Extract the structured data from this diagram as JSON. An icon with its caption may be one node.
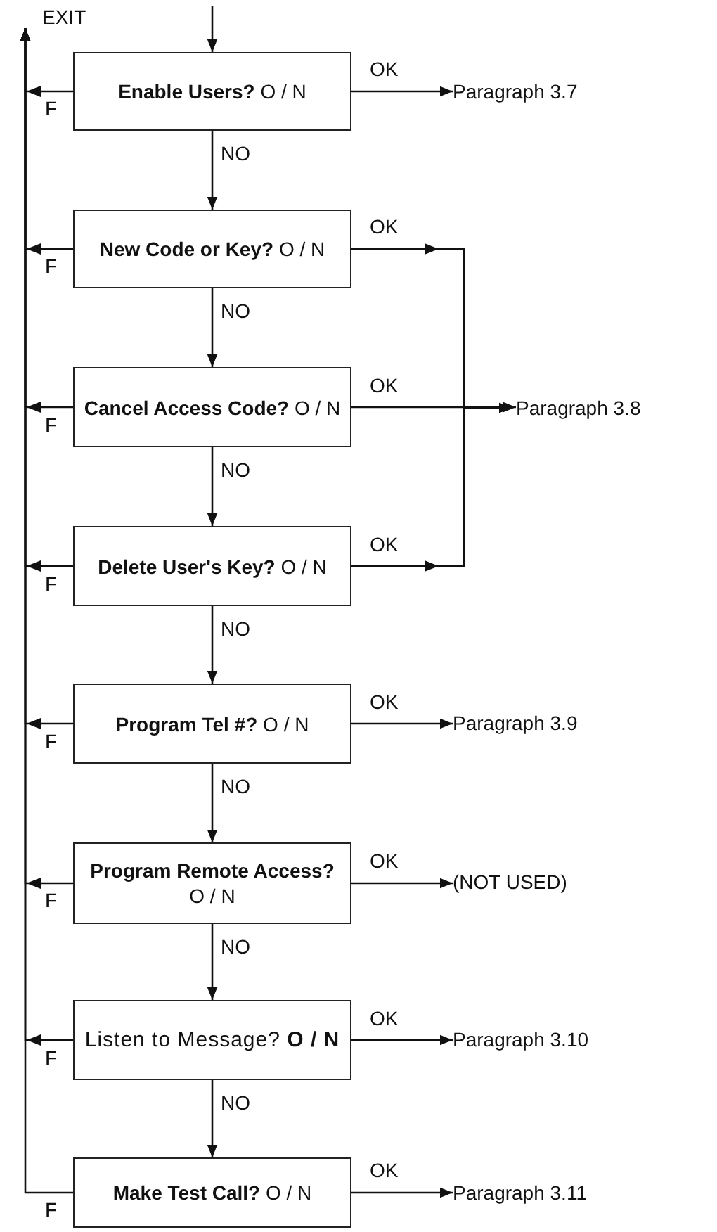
{
  "diagram": {
    "nodes": [
      {
        "text": [
          "**Enable Users?** O / N"
        ]
      },
      {
        "text": [
          "**New Code or Key?** O / N"
        ]
      },
      {
        "text": [
          "**Cancel Access Code?** O / N"
        ]
      },
      {
        "text": [
          "**Delete User's Key?** O / N"
        ]
      },
      {
        "text": [
          "**Program Tel #?** O / N"
        ]
      },
      {
        "text": [
          "**Program Remote Access?** O / N"
        ]
      },
      {
        "text": [
          "Listen to Message? **O / N**"
        ]
      },
      {
        "text": [
          "**Make Test Call?** O / N"
        ]
      },
      {
        "text": [
          "Paragraph 3.7"
        ]
      },
      {
        "text": [
          "Paragraph 3.8"
        ]
      },
      {
        "text": [
          "Paragraph 3.9"
        ]
      },
      {
        "text": [
          "(NOT USED)"
        ]
      },
      {
        "text": [
          "Paragraph 3.10"
        ]
      },
      {
        "text": [
          "Paragraph 3.11"
        ]
      },
      {
        "text": [
          "EXIT"
        ]
      }
    ],
    "edges": [
      {
        "from": null,
        "to": 0,
        "arrow": "to"
      },
      {
        "from": 0,
        "to": 1,
        "arrow": "to",
        "label": "NO"
      },
      {
        "from": 1,
        "to": 2,
        "arrow": "to",
        "label": "NO"
      },
      {
        "from": 2,
        "to": 3,
        "arrow": "to",
        "label": "NO"
      },
      {
        "from": 3,
        "to": 4,
        "arrow": "to",
        "label": "NO"
      },
      {
        "from": 4,
        "to": 5,
        "arrow": "to",
        "label": "NO"
      },
      {
        "from": 5,
        "to": 6,
        "arrow": "to",
        "label": "NO"
      },
      {
        "from": 6,
        "to": 7,
        "arrow": "to",
        "label": "NO"
      },
      {
        "from": 0,
        "to": 8,
        "arrow": "to",
        "label": "OK"
      },
      {
        "from": 1,
        "to": 9,
        "arrow": "to",
        "label": "OK"
      },
      {
        "from": 2,
        "to": 9,
        "arrow": "to",
        "label": "OK"
      },
      {
        "from": 3,
        "to": 9,
        "arrow": "to",
        "label": "OK"
      },
      {
        "from": 4,
        "to": 10,
        "arrow": "to",
        "label": "OK"
      },
      {
        "from": 5,
        "to": 11,
        "arrow": "to",
        "label": "OK"
      },
      {
        "from": 6,
        "to": 12,
        "arrow": "to",
        "label": "OK"
      },
      {
        "from": 7,
        "to": 13,
        "arrow": "to",
        "label": "OK"
      },
      {
        "from": 0,
        "to": 14,
        "arrow": "to",
        "label": "F"
      },
      {
        "from": 1,
        "to": 14,
        "arrow": "to",
        "label": "F"
      },
      {
        "from": 2,
        "to": 14,
        "arrow": "to",
        "label": "F"
      },
      {
        "from": 3,
        "to": 14,
        "arrow": "to",
        "label": "F"
      },
      {
        "from": 4,
        "to": 14,
        "arrow": "to",
        "label": "F"
      },
      {
        "from": 5,
        "to": 14,
        "arrow": "to",
        "label": "F"
      },
      {
        "from": 6,
        "to": 14,
        "arrow": "to",
        "label": "F"
      },
      {
        "from": 7,
        "to": 14,
        "arrow": "to",
        "label": "F"
      }
    ]
  }
}
